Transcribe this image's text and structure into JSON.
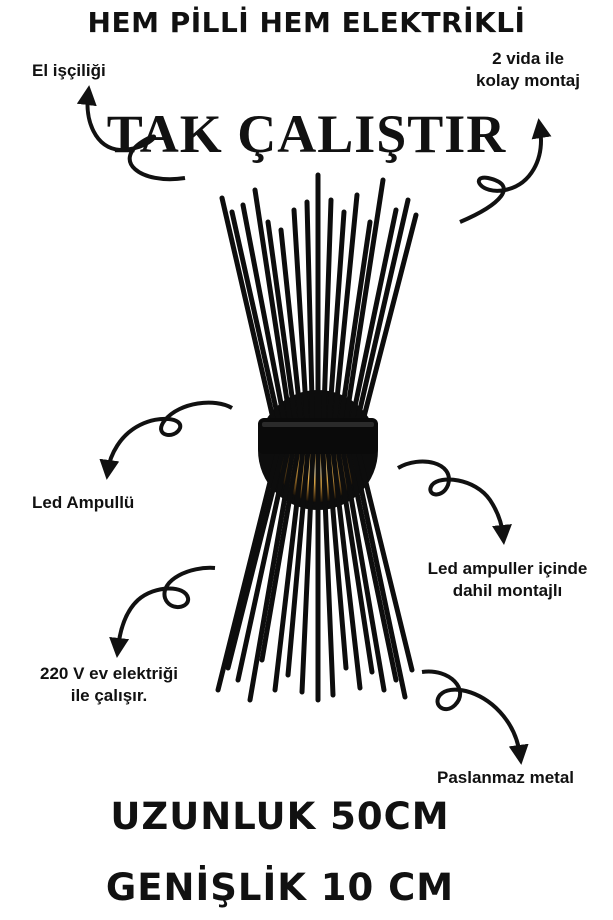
{
  "header": {
    "title": "HEM PİLLİ HEM ELEKTRİKLİ",
    "headline": "TAK ÇALIŞTIR"
  },
  "features": {
    "handmade": "El işçiliği",
    "mounting_line1": "2 vida ile",
    "mounting_line2": "kolay montaj",
    "led_bulb": "Led Ampullü",
    "led_included_line1": "Led ampuller içinde",
    "led_included_line2": "dahil montajlı",
    "power_line1": "220 V ev elektriği",
    "power_line2": "ile çalışır.",
    "stainless": "Paslanmaz metal"
  },
  "dimensions": {
    "length": "UZUNLUK 50CM",
    "width": "GENİŞLİK 10 CM"
  },
  "colors": {
    "text": "#111111",
    "lamp_metal": "#0d0d0d",
    "lamp_glow": "#e8b04a"
  }
}
